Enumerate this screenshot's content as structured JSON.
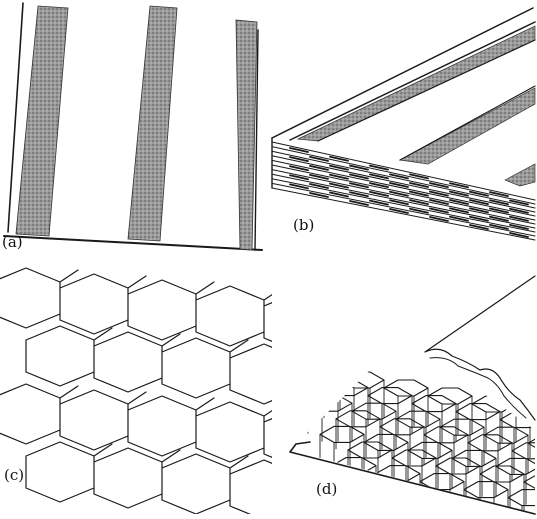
{
  "figure": {
    "panels": [
      {
        "id": "a",
        "label": "(a)"
      },
      {
        "id": "b",
        "label": "(b)"
      },
      {
        "id": "c",
        "label": "(c)"
      },
      {
        "id": "d",
        "label": "(d)"
      }
    ]
  },
  "colors": {
    "ink": "#1a1a1a",
    "adhesive_strip": "#8c8c8c",
    "paper": "#ffffff"
  }
}
